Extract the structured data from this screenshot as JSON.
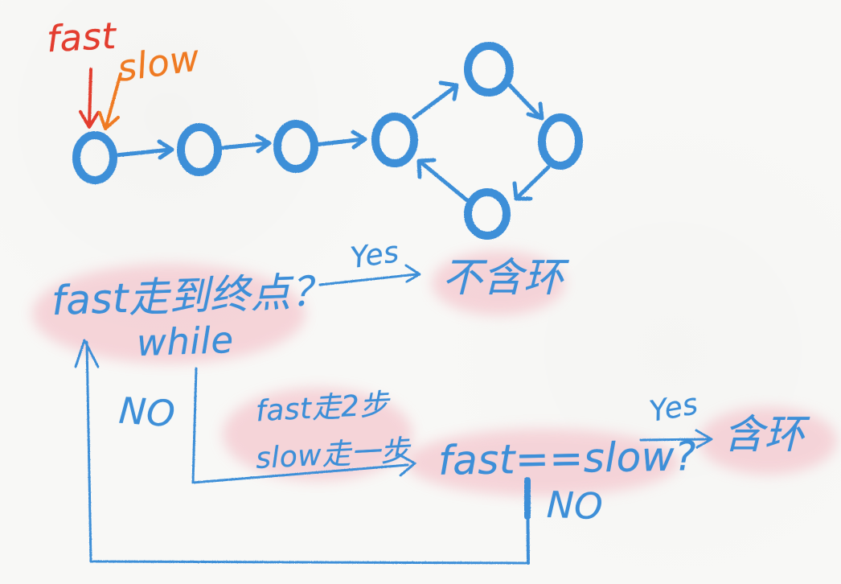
{
  "labels": {
    "fast_pointer": "fast",
    "slow_pointer": "slow",
    "condition_end": "fast走到终点？",
    "while_text": "while",
    "yes_top": "Yes",
    "no_cycle": "不含环",
    "step_fast": "fast走2步",
    "step_slow": "slow走一步",
    "equality_check": "fast==slow?",
    "yes_right": "Yes",
    "has_cycle": "含环",
    "no_left": "NO",
    "no_bottom": "NO"
  },
  "colors": {
    "blue": "#3d8fd8",
    "red": "#e33d2f",
    "orange": "#ef7a22",
    "highlight": "#f7d8dd"
  }
}
